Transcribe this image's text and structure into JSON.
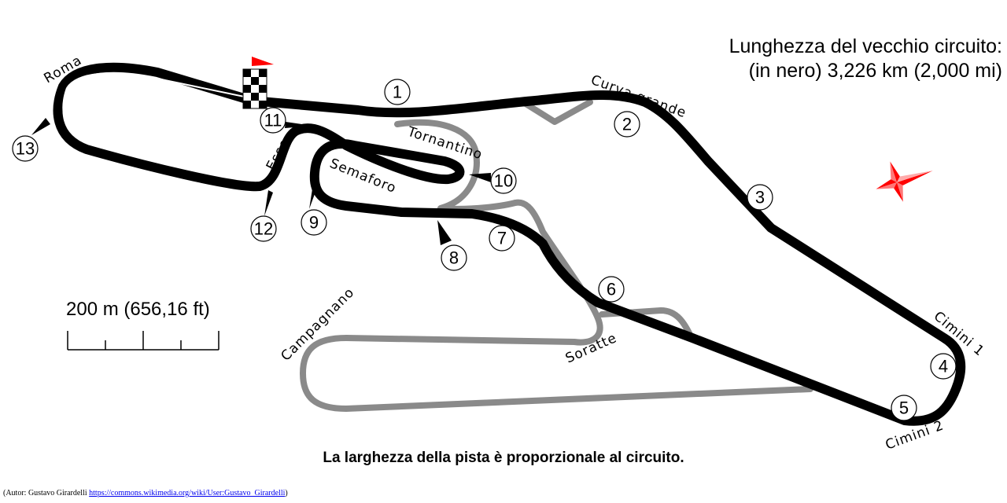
{
  "title": {
    "line1": "Lunghezza del vecchio circuito:",
    "line2": "(in nero) 3,226 km (2,000 mi)"
  },
  "scale": {
    "label": "200 m (656,16 ft)"
  },
  "footnote": "La larghezza della pista è proporzionale al circuito.",
  "credit": {
    "prefix": "(Autor: Gustavo Girardelli",
    "link": "https://commons.wikimedia.org/wiki/User:Gustavo_Girardelli",
    "suffix": ")"
  },
  "turn_numbers": [
    "1",
    "2",
    "3",
    "4",
    "5",
    "6",
    "7",
    "8",
    "9",
    "10",
    "11",
    "12",
    "13"
  ],
  "corner_names": {
    "roma": "Roma",
    "curva_grande": "Curva grande",
    "tornantino": "Tornantino",
    "esse": "Esse",
    "semaforo": "Semaforo",
    "campagnano": "Campagnano",
    "soratte": "Soratte",
    "cimini_1": "Cimini 1",
    "cimini_2": "Cimini 2"
  },
  "colors": {
    "old_track": "#000000",
    "new_track": "#8a8a8a",
    "flag": "#ff0000",
    "compass": "#ff0000"
  },
  "icons": [
    "checkered-flag-icon",
    "compass-rose-icon"
  ]
}
